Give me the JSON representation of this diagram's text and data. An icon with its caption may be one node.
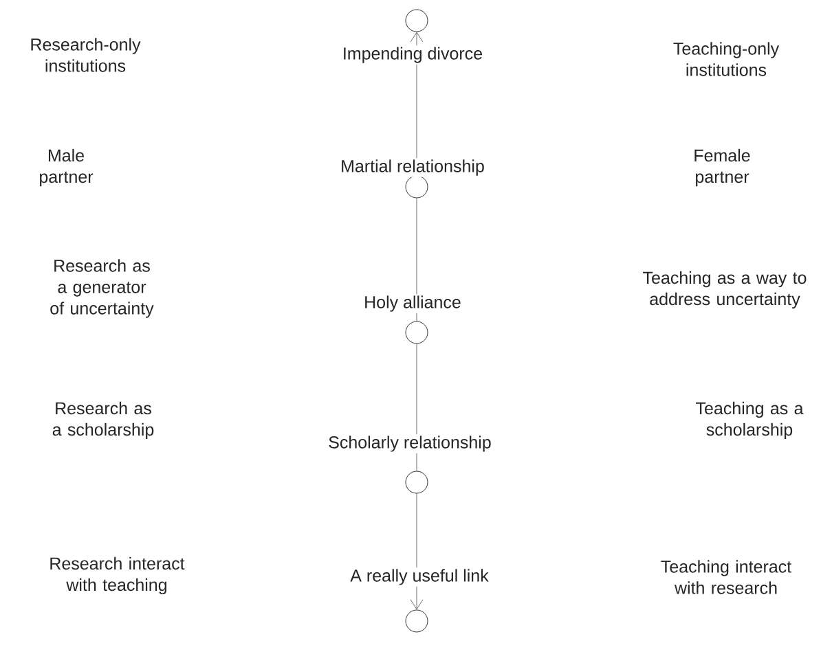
{
  "diagram": {
    "nodes": [
      {
        "text": [],
        "shape": "circle"
      },
      {
        "text": [],
        "shape": "circle"
      },
      {
        "text": [],
        "shape": "circle"
      },
      {
        "text": [],
        "shape": "circle"
      },
      {
        "text": [],
        "shape": "circle"
      }
    ],
    "edges": [
      {
        "from": 1,
        "to": 0,
        "arrow": "to"
      },
      {
        "from": 1,
        "to": 2,
        "arrow": "none"
      },
      {
        "from": 2,
        "to": 3,
        "arrow": "none"
      },
      {
        "from": 3,
        "to": 4,
        "arrow": "to"
      }
    ],
    "labels": [
      "Research-only institutions",
      "Impending divorce",
      "Teaching-only institutions",
      "Male partner",
      "Martial relationship",
      "Female partner",
      "Research as a generator of uncertainty",
      "Holy alliance",
      "Teaching as a way to address uncertainty",
      "Research as a scholarship",
      "Scholarly relationship",
      "Teaching as a scholarship",
      "Research interact with teaching",
      "A really useful link",
      "Teaching interact with research"
    ]
  }
}
